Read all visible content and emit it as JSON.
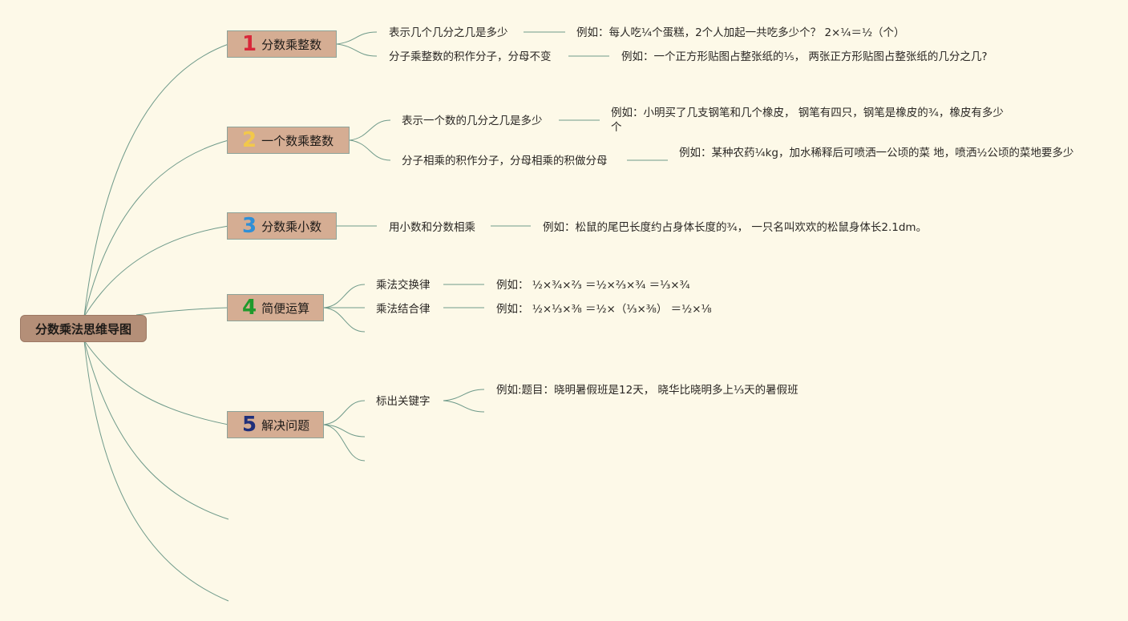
{
  "root": {
    "title": "分数乘法思维导图"
  },
  "colors": {
    "background": "#fdf9e8",
    "root_fill": "#b48f78",
    "topic_fill": "#d5ad93",
    "line": "#6f9a8a"
  },
  "topics": [
    {
      "number": "1",
      "number_color": "#d8283a",
      "label": "分数乘整数",
      "points": [
        {
          "text": "表示几个几分之几是多少",
          "example": "例如：每人吃¼个蛋糕，2个人加起一共吃多少个？ 2×¼＝½（个）"
        },
        {
          "text": "分子乘整数的积作分子，分母不变",
          "example": "例如：一个正方形贴图占整张纸的⅕， 两张正方形贴图占整张纸的几分之几?"
        }
      ]
    },
    {
      "number": "2",
      "number_color": "#f2c84b",
      "label": "一个数乘整数",
      "points": [
        {
          "text": "表示一个数的几分之几是多少",
          "example": "例如：小明买了几支钢笔和几个橡皮， 钢笔有四只，钢笔是橡皮的¾，橡皮有多少个"
        },
        {
          "text": "分子相乘的积作分子，分母相乘的积做分母",
          "example": "例如：某种农药¼kg，加水稀释后可喷洒一公顷的菜 地，喷洒½公顷的菜地要多少"
        }
      ]
    },
    {
      "number": "3",
      "number_color": "#2f8fd6",
      "label": "分数乘小数",
      "points": [
        {
          "text": "用小数和分数相乘",
          "example": "例如：松鼠的尾巴长度约占身体长度的¾， 一只名叫欢欢的松鼠身体长2.1dm。"
        }
      ]
    },
    {
      "number": "4",
      "number_color": "#1f9a2c",
      "label": "简便运算",
      "points": [
        {
          "text": "乘法交换律",
          "example": "例如： ½×¾×⅔ ＝½×⅔×¾ ＝⅓×¾"
        },
        {
          "text": "乘法结合律",
          "example": "例如： ½×⅓×⅜ ＝½×（⅓×⅜） ＝½×⅛"
        }
      ]
    },
    {
      "number": "5",
      "number_color": "#1f2f7a",
      "label": "解决问题",
      "points": [
        {
          "text": "标出关键字",
          "example": "例如:题目：晓明暑假班是12天， 晓华比晓明多上⅓天的暑假班"
        }
      ]
    }
  ]
}
